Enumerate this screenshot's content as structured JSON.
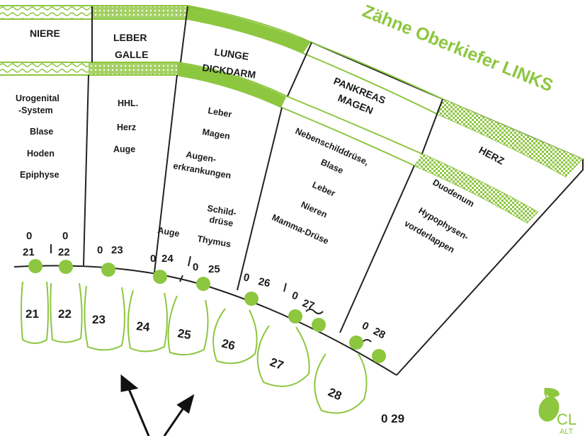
{
  "title": "Zähne Oberkiefer LINKS",
  "colors": {
    "accent": "#8dc63f",
    "text": "#1a1a1a",
    "line": "#222222",
    "tooth_outline": "#8dc63f",
    "title": "#8dc63f"
  },
  "columns": [
    {
      "header": [
        "NIERE"
      ],
      "organs": [
        "Urogenital",
        "-System",
        "Blase",
        "Hoden",
        "Epiphyse"
      ]
    },
    {
      "header": [
        "LEBER",
        "GALLE"
      ],
      "organs": [
        "HHL.",
        "Herz",
        "Auge"
      ]
    },
    {
      "header": [
        "LUNGE",
        "DICKDARM"
      ],
      "organs": [
        "Leber",
        "Magen",
        "Augen-",
        "erkrankungen",
        "Schild-",
        "drüse",
        "Auge",
        "Thymus"
      ]
    },
    {
      "header": [
        "PANKREAS",
        "MAGEN"
      ],
      "organs": [
        "Nebenschilddrüse,",
        "Blase",
        "Leber",
        "Nieren",
        "Mamma-Drüse"
      ]
    },
    {
      "header": [
        "HERZ"
      ],
      "organs": [
        "Duodenum",
        "Hypophysen-",
        "vorderlappen"
      ]
    }
  ],
  "points": [
    {
      "prefix": "0",
      "number": "21"
    },
    {
      "prefix": "0",
      "number": "22"
    },
    {
      "prefix": "0",
      "number": "23"
    },
    {
      "prefix": "0",
      "number": "24"
    },
    {
      "prefix": "0",
      "number": "25"
    },
    {
      "prefix": "0",
      "number": "26"
    },
    {
      "prefix": "0",
      "number": "27"
    },
    {
      "prefix": "0",
      "number": "28"
    }
  ],
  "teeth": [
    "21",
    "22",
    "23",
    "24",
    "25",
    "26",
    "27",
    "28"
  ],
  "extra_point": "0 29",
  "logo": {
    "text_top": "CL",
    "text_bottom": "ALT"
  }
}
